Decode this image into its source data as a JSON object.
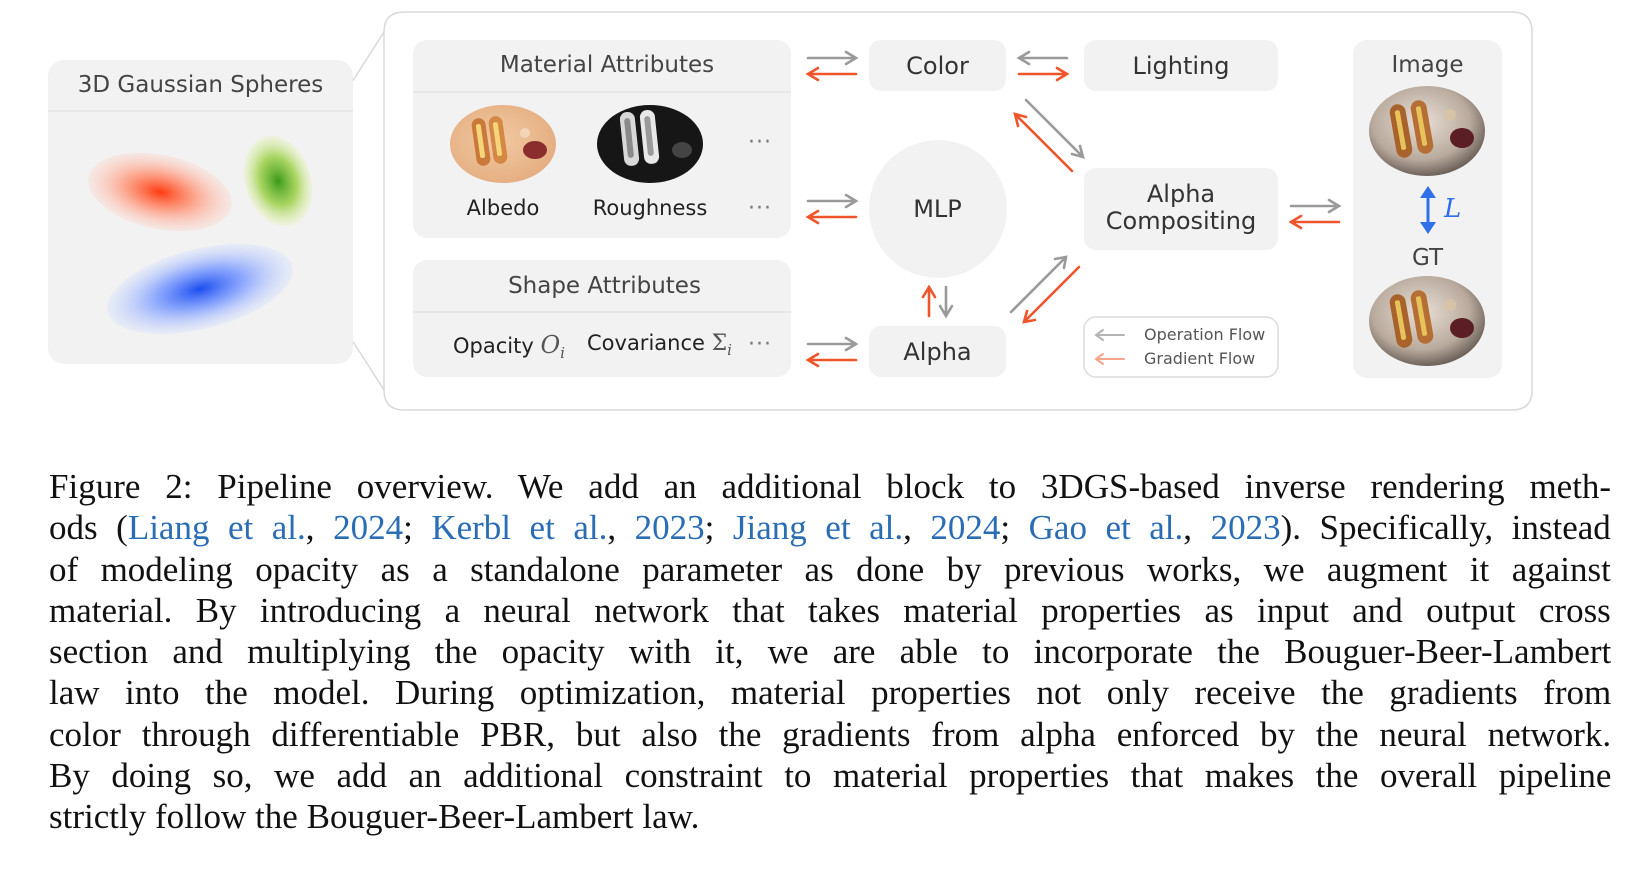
{
  "figure": {
    "gaussians_title": "3D Gaussian Spheres",
    "material": {
      "title": "Material Attributes",
      "albedo_label": "Albedo",
      "roughness_label": "Roughness",
      "ellipsis": "···"
    },
    "shape": {
      "title": "Shape Attributes",
      "opacity_label": "Opacity",
      "opacity_symbol": "O",
      "opacity_sub": "i",
      "covariance_label": "Covariance",
      "covariance_symbol": "Σ",
      "covariance_sub": "i",
      "ellipsis": "···"
    },
    "nodes": {
      "color": "Color",
      "lighting": "Lighting",
      "mlp": "MLP",
      "alpha": "Alpha",
      "compositing_line1": "Alpha",
      "compositing_line2": "Compositing"
    },
    "legend": {
      "operation": "Operation Flow",
      "gradient": "Gradient Flow"
    },
    "output": {
      "image_title": "Image",
      "loss_symbol": "L",
      "gt_title": "GT"
    },
    "colors": {
      "operation_arrow": "#9a9a9a",
      "gradient_arrow": "#f0542a",
      "loss_arrow": "#2f6fe8",
      "citation": "#2a6db5"
    }
  },
  "caption": {
    "line1": "Figure 2: Pipeline overview. We add an additional block to 3DGS-based inverse rendering meth-",
    "line2_pre": "ods (",
    "cite1_author": "Liang et al.",
    "cite1_year": "2024",
    "cite2_author": "Kerbl et al.",
    "cite2_year": "2023",
    "cite3_author": "Jiang et al.",
    "cite3_year": "2024",
    "cite4_author": "Gao et al.",
    "cite4_year": "2023",
    "line2_post": "). Specifically, instead",
    "line3": "of modeling opacity as a standalone parameter as done by previous works, we augment it against",
    "line4": "material. By introducing a neural network that takes material properties as input and output cross",
    "line5": "section and multiplying the opacity with it, we are able to incorporate the Bouguer-Beer-Lambert",
    "line6": "law into the model. During optimization, material properties not only receive the gradients from",
    "line7": "color through differentiable PBR, but also the gradients from alpha enforced by the neural network.",
    "line8": "By doing so, we add an additional constraint to material properties that makes the overall pipeline",
    "line9": "strictly follow the Bouguer-Beer-Lambert law."
  }
}
